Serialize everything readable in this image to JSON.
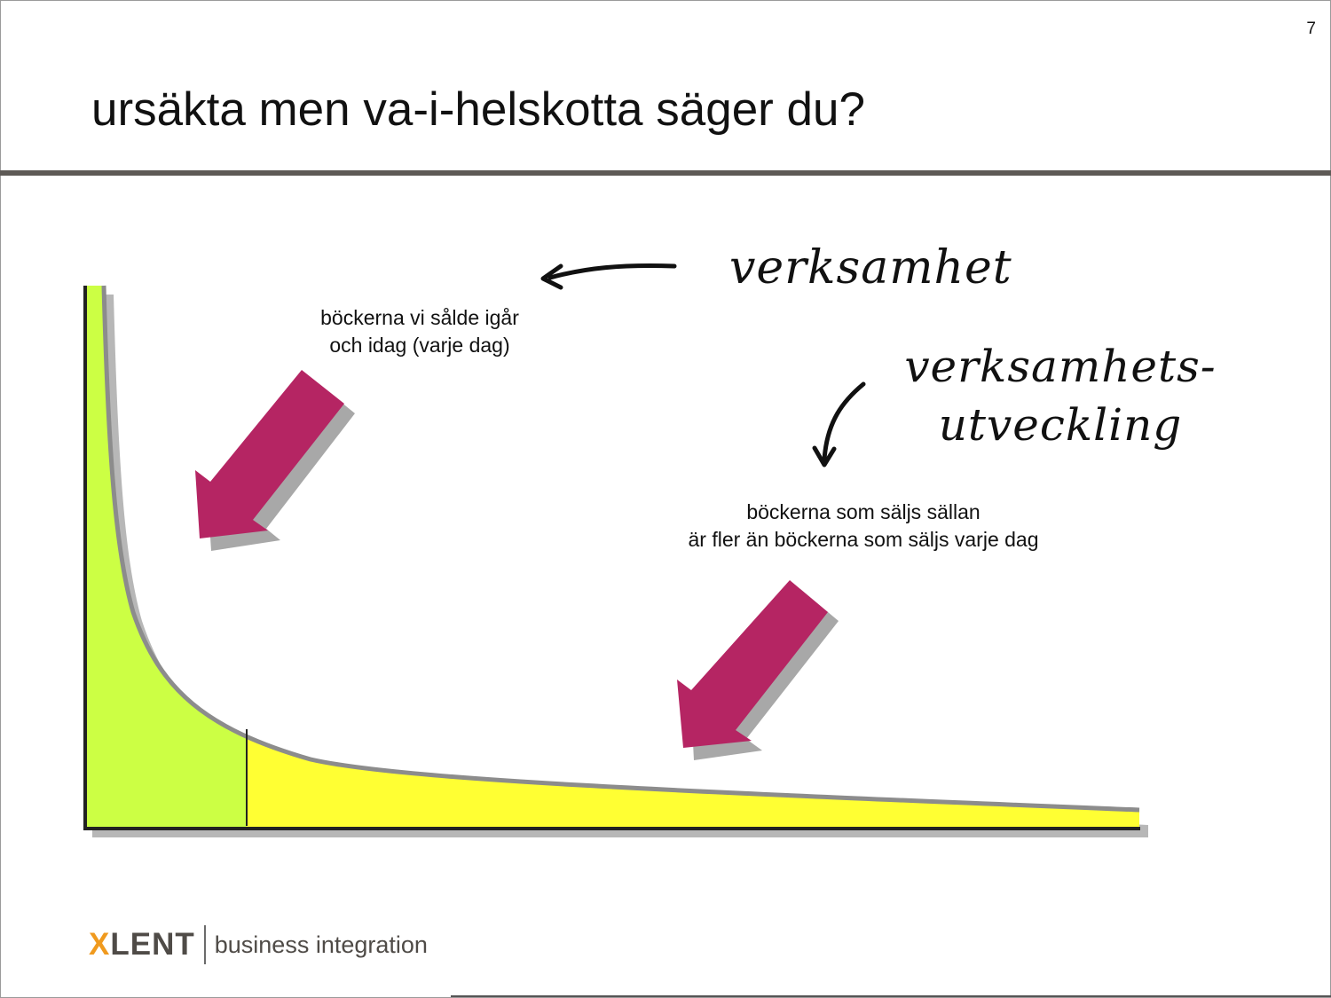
{
  "slide": {
    "page_number": "7",
    "title": "ursäkta men va-i-helskotta säger du?"
  },
  "annotations": {
    "frequent_caption": [
      "böckerna vi sålde igår",
      "och idag (varje dag)"
    ],
    "rare_caption": [
      "böckerna som säljs sällan",
      "är fler än böckerna som säljs varje dag"
    ],
    "handwritten_business": "verksamhet",
    "handwritten_development": [
      "verksamhets-",
      "utveckling"
    ]
  },
  "diagram": {
    "type": "long-tail curve",
    "head_color": "#ccff44",
    "tail_color": "#ffff33",
    "arrow_color": "#b52563",
    "arrow_shadow_color": "#a8a8a8",
    "curve_color": "#8c8c8c"
  },
  "logo": {
    "brand_x": "X",
    "brand_rest": "LENT",
    "tagline": "business integration",
    "brand_color": "#4f4b47",
    "accent_color": "#f09a1e"
  }
}
